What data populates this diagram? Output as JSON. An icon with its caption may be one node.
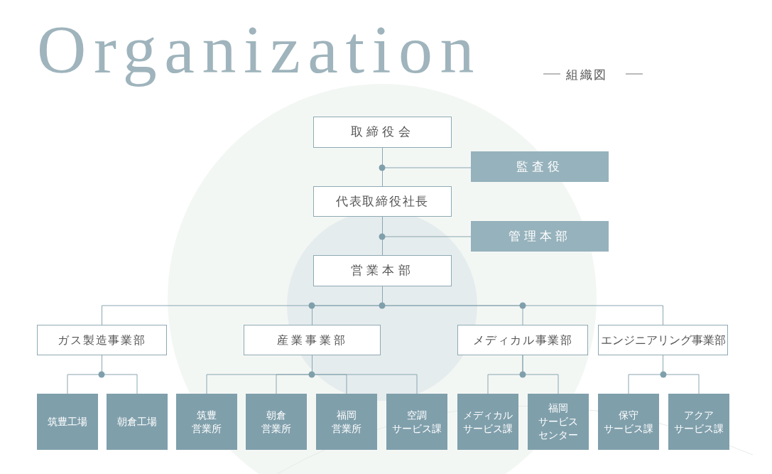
{
  "diagram": {
    "title": "Organization",
    "nodes": [
      {
        "text": [
          "取締役会"
        ]
      },
      {
        "text": [
          "監査役"
        ]
      },
      {
        "text": [
          "代表取締役社長"
        ]
      },
      {
        "text": [
          "管理本部"
        ]
      },
      {
        "text": [
          "営業本部"
        ]
      },
      {
        "text": [
          "ガス製造事業部"
        ]
      },
      {
        "text": [
          "産業事業部"
        ]
      },
      {
        "text": [
          "メディカル事業部"
        ]
      },
      {
        "text": [
          "エンジニアリング事業部"
        ]
      },
      {
        "text": [
          "筑豊工場"
        ]
      },
      {
        "text": [
          "朝倉工場"
        ]
      },
      {
        "text": [
          "筑豊営業所"
        ]
      },
      {
        "text": [
          "朝倉営業所"
        ]
      },
      {
        "text": [
          "福岡営業所"
        ]
      },
      {
        "text": [
          "空調サービス課"
        ]
      },
      {
        "text": [
          "メディカルサービス課"
        ]
      },
      {
        "text": [
          "福岡サービスセンター"
        ]
      },
      {
        "text": [
          "保守サービス課"
        ]
      },
      {
        "text": [
          "アクアサービス課"
        ]
      }
    ],
    "edges": [
      {
        "from": 0,
        "to": 2,
        "arrow": "none"
      },
      {
        "from": 0,
        "to": 1,
        "arrow": "none"
      },
      {
        "from": 2,
        "to": 4,
        "arrow": "none"
      },
      {
        "from": 2,
        "to": 3,
        "arrow": "none"
      },
      {
        "from": 4,
        "to": 5,
        "arrow": "none"
      },
      {
        "from": 4,
        "to": 6,
        "arrow": "none"
      },
      {
        "from": 4,
        "to": 7,
        "arrow": "none"
      },
      {
        "from": 4,
        "to": 8,
        "arrow": "none"
      },
      {
        "from": 5,
        "to": 9,
        "arrow": "none"
      },
      {
        "from": 5,
        "to": 10,
        "arrow": "none"
      },
      {
        "from": 6,
        "to": 11,
        "arrow": "none"
      },
      {
        "from": 6,
        "to": 12,
        "arrow": "none"
      },
      {
        "from": 6,
        "to": 13,
        "arrow": "none"
      },
      {
        "from": 6,
        "to": 14,
        "arrow": "none"
      },
      {
        "from": 7,
        "to": 15,
        "arrow": "none"
      },
      {
        "from": 7,
        "to": 16,
        "arrow": "none"
      },
      {
        "from": 8,
        "to": 17,
        "arrow": "none"
      },
      {
        "from": 8,
        "to": 18,
        "arrow": "none"
      }
    ],
    "labels": [
      "組織図"
    ]
  }
}
